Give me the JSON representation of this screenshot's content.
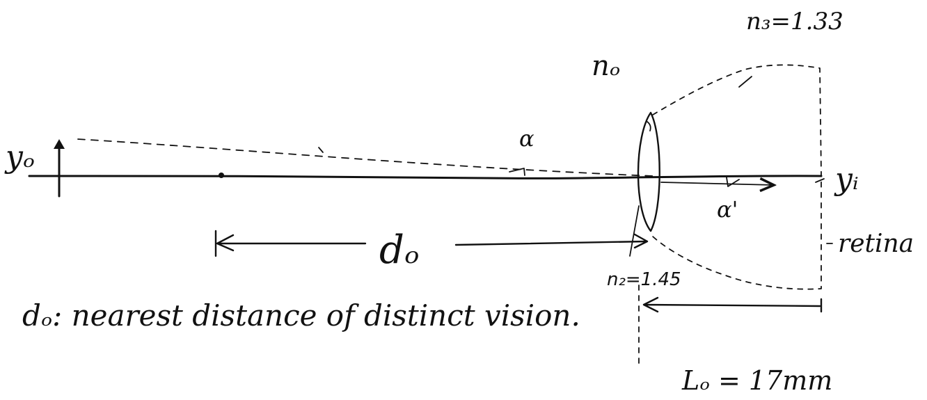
{
  "labels": {
    "object_height": "yₒ",
    "image_height": "yᵢ",
    "outer_index": "nₒ",
    "vitreous_index": "n₃=1.33",
    "lens_index": "n₂=1.45",
    "object_angle": "α",
    "image_angle": "α'",
    "retina": "retina",
    "near_point_distance": "dₒ",
    "eye_length": "Lₒ = 17mm",
    "caption": "dₒ: nearest distance of distinct vision."
  }
}
